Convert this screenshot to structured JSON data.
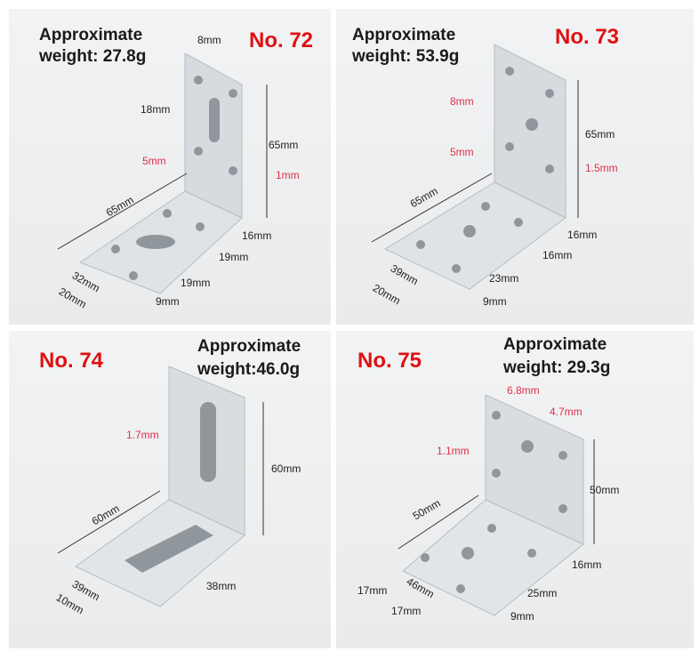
{
  "colors": {
    "accent_red": "#e01010",
    "dim_red": "#e0304a",
    "metal": "#d9dde0"
  },
  "panels": [
    {
      "number": "No. 72",
      "weight_line1": "Approximate",
      "weight_line2": "weight: 27.8g",
      "dims": [
        "8mm",
        "18mm",
        "65mm",
        "5mm",
        "1mm",
        "65mm",
        "16mm",
        "19mm",
        "32mm",
        "20mm",
        "19mm",
        "9mm"
      ]
    },
    {
      "number": "No. 73",
      "weight_line1": "Approximate",
      "weight_line2": "weight: 53.9g",
      "dims": [
        "8mm",
        "65mm",
        "5mm",
        "1.5mm",
        "65mm",
        "16mm",
        "16mm",
        "39mm",
        "23mm",
        "20mm",
        "9mm"
      ]
    },
    {
      "number": "No. 74",
      "weight_line1": "Approximate",
      "weight_line2": "weight:46.0g",
      "dims": [
        "1.7mm",
        "60mm",
        "60mm",
        "39mm",
        "38mm",
        "10mm"
      ]
    },
    {
      "number": "No. 75",
      "weight_line1": "Approximate",
      "weight_line2": "weight: 29.3g",
      "dims": [
        "6.8mm",
        "4.7mm",
        "1.1mm",
        "50mm",
        "50mm",
        "16mm",
        "17mm",
        "46mm",
        "25mm",
        "17mm",
        "9mm"
      ]
    }
  ]
}
